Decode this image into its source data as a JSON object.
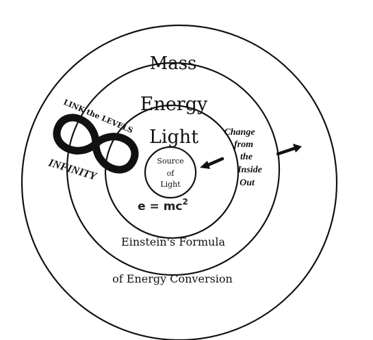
{
  "rings": {
    "outer_label": "Mass",
    "second_label": "Energy",
    "third_label": "Light",
    "core_lines": [
      "Source",
      "of",
      "Light"
    ]
  },
  "formula": {
    "base": "e = mc",
    "exponent": "2"
  },
  "captions": {
    "line1": "Einstein's Formula",
    "line2": "of Energy Conversion"
  },
  "change_note": {
    "lines": [
      "Change",
      "from",
      "the",
      "Inside",
      "Out"
    ]
  },
  "infinity": {
    "link_text": "LINK the LEVELS",
    "infinity_text": "INFINITY"
  },
  "colors": {
    "ink": "#111111",
    "background": "#ffffff"
  }
}
